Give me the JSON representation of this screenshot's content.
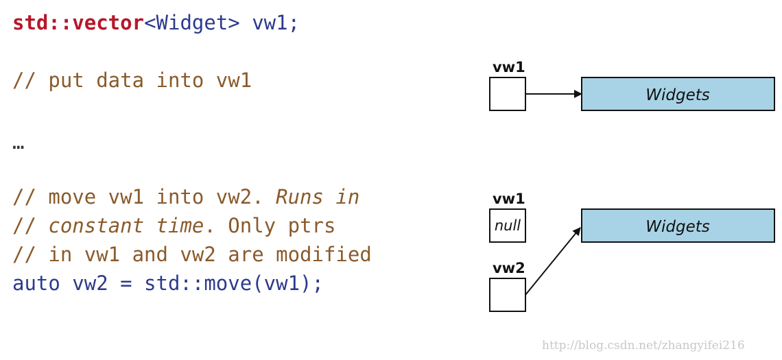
{
  "code": {
    "line1": {
      "keyword": "std::vector",
      "rest": "<Widget> vw1;"
    },
    "line2": "// put data into vw1",
    "line3": "…",
    "line4": {
      "plain": "// move vw1 into vw2. ",
      "italic": "Runs in"
    },
    "line5": {
      "prefix": "// ",
      "italic": "constant time",
      "plain": ". Only ptrs"
    },
    "line6": "// in vw1 and vw2 are modified",
    "line7": "auto vw2 = std::move(vw1);"
  },
  "diagram_top": {
    "var_label": "vw1",
    "target_label": "Widgets"
  },
  "diagram_bottom": {
    "var1_label": "vw1",
    "var1_value": "null",
    "var2_label": "vw2",
    "target_label": "Widgets"
  },
  "watermark": "http://blog.csdn.net/zhangyifei216",
  "colors": {
    "keyword": "#b5182b",
    "type": "#2b3a8c",
    "comment": "#8a5a2b",
    "code": "#2b3a8c",
    "box_fill": "#a8d3e6"
  }
}
